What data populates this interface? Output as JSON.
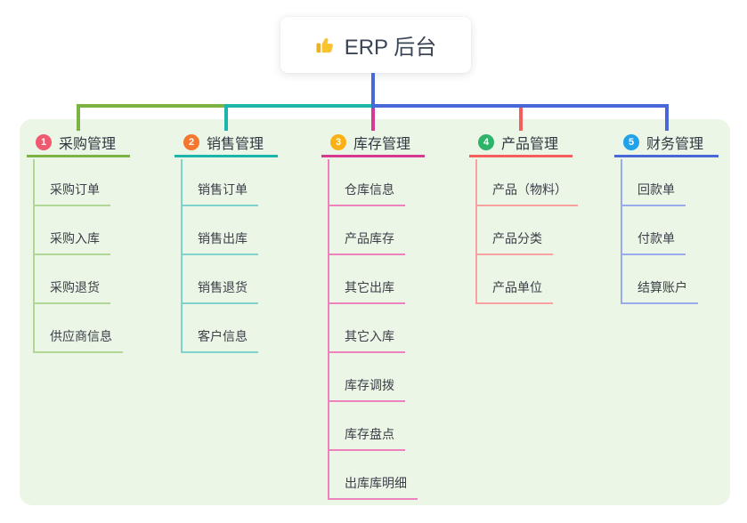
{
  "root": {
    "title": "ERP 后台",
    "icon": "thumbs-up-icon"
  },
  "panel_color": "#ebf6e7",
  "root_line_color": "#4868d9",
  "branches": [
    {
      "badge": "1",
      "label": "采购管理",
      "badge_color": "#ee5b71",
      "line_color": "#7cb342",
      "child_line_color": "#b0d894",
      "children": [
        "采购订单",
        "采购入库",
        "采购退货",
        "供应商信息"
      ]
    },
    {
      "badge": "2",
      "label": "销售管理",
      "badge_color": "#f5772e",
      "line_color": "#1cb5ac",
      "child_line_color": "#7fd3cc",
      "children": [
        "销售订单",
        "销售出库",
        "销售退货",
        "客户信息"
      ]
    },
    {
      "badge": "3",
      "label": "库存管理",
      "badge_color": "#f9b115",
      "line_color": "#d6398f",
      "child_line_color": "#ee82bd",
      "children": [
        "仓库信息",
        "产品库存",
        "其它出库",
        "其它入库",
        "库存调拨",
        "库存盘点",
        "出库库明细"
      ]
    },
    {
      "badge": "4",
      "label": "产品管理",
      "badge_color": "#2db36a",
      "line_color": "#f65e5e",
      "child_line_color": "#f9a0a0",
      "children": [
        "产品（物料）",
        "产品分类",
        "产品单位"
      ]
    },
    {
      "badge": "5",
      "label": "财务管理",
      "badge_color": "#22a2ea",
      "line_color": "#4868d9",
      "child_line_color": "#9aabeb",
      "children": [
        "回款单",
        "付款单",
        "结算账户"
      ]
    }
  ]
}
